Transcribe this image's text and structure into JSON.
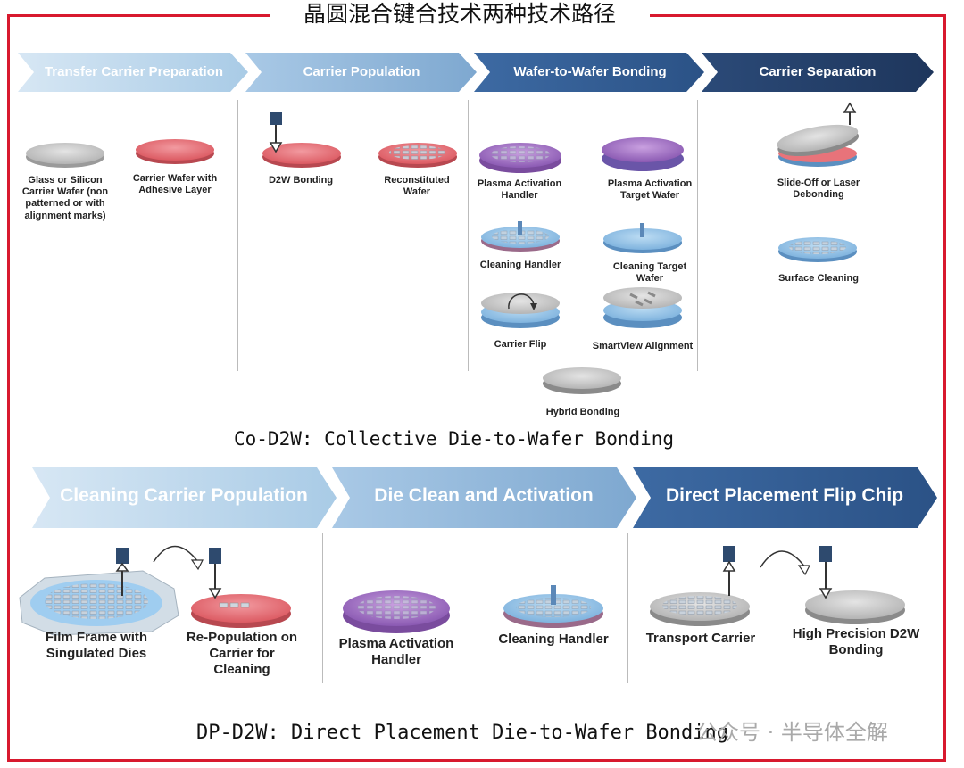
{
  "title": "晶圆混合键合技术两种技术路径",
  "co_d2w": {
    "steps": [
      "Transfer Carrier Preparation",
      "Carrier Population",
      "Wafer-to-Wafer Bonding",
      "Carrier Separation"
    ],
    "items": {
      "glass_carrier": "Glass or Silicon Carrier Wafer (non patterned or with alignment marks)",
      "adhesive_carrier": "Carrier Wafer with Adhesive Layer",
      "d2w_bonding": "D2W Bonding",
      "reconstituted": "Reconstituted Wafer",
      "plasma_handler": "Plasma Activation Handler",
      "plasma_target": "Plasma Activation Target Wafer",
      "cleaning_handler": "Cleaning Handler",
      "cleaning_target": "Cleaning Target Wafer",
      "carrier_flip": "Carrier Flip",
      "smartview": "SmartView Alignment",
      "hybrid_bonding": "Hybrid Bonding",
      "slide_off": "Slide-Off or Laser Debonding",
      "surface_cleaning": "Surface Cleaning"
    },
    "label": "Co-D2W: Collective Die-to-Wafer Bonding"
  },
  "dp_d2w": {
    "steps": [
      "Cleaning Carrier Population",
      "Die Clean and Activation",
      "Direct Placement Flip Chip"
    ],
    "items": {
      "film_frame": "Film Frame with Singulated Dies",
      "repopulation": "Re-Population on Carrier for Cleaning",
      "plasma_handler": "Plasma Activation Handler",
      "cleaning_handler": "Cleaning Handler",
      "transport_carrier": "Transport Carrier",
      "high_precision": "High Precision D2W Bonding"
    },
    "label": "DP-D2W: Direct Placement Die-to-Wafer Bonding"
  },
  "watermark": "公众号 · 半导体全解",
  "colors": {
    "frame": "#d8192e",
    "chev_light": "#aacbe6",
    "chev_mid": "#7fa9d2",
    "chev_dark": "#2e5b94",
    "chev_darkest": "#1f3f6b",
    "wafer_red": "#e8737a",
    "wafer_purple": "#9b6cc0",
    "wafer_blue": "#8fbfe6",
    "wafer_gray": "#c8c8c8"
  }
}
